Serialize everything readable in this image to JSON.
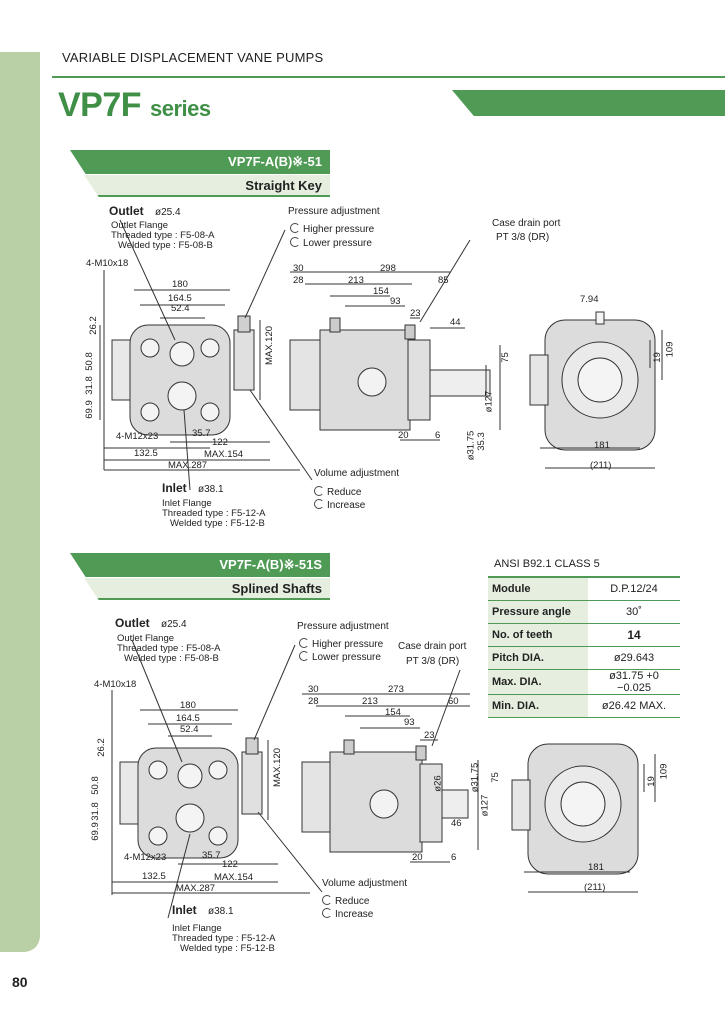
{
  "header": {
    "category": "VARIABLE DISPLACEMENT VANE PUMPS",
    "series_main": "VP7F",
    "series_suffix": "series"
  },
  "page_number": "80",
  "section1": {
    "model": "VP7F-A(B)※-51",
    "variant": "Straight Key",
    "outlet": "Outlet",
    "outlet_dia": "ø25.4",
    "outlet_flange": "Outlet Flange",
    "outlet_threaded": "Threaded type : F5-08-A",
    "outlet_welded": "Welded type : F5-08-B",
    "pressure_adjustment": "Pressure adjustment",
    "higher_pressure": "Higher pressure",
    "lower_pressure": "Lower pressure",
    "case_drain": "Case drain port",
    "case_drain_spec": "PT 3/8 (DR)",
    "volume_adjustment": "Volume adjustment",
    "reduce": "Reduce",
    "increase": "Increase",
    "inlet": "Inlet",
    "inlet_dia": "ø38.1",
    "inlet_flange": "Inlet Flange",
    "inlet_threaded": "Threaded type : F5-12-A",
    "inlet_welded": "Welded type : F5-12-B",
    "dims": {
      "m10": "4-M10x18",
      "d180": "180",
      "d164": "164.5",
      "d52": "52.4",
      "d26": "26.2",
      "d50": "50.8",
      "d31": "31.8",
      "d69": "69.9",
      "m12": "4-M12x23",
      "d35": "35.7",
      "d122": "122",
      "d132": "132.5",
      "max154": "MAX.154",
      "max287": "MAX.287",
      "max120": "MAX.120",
      "d30": "30",
      "d298": "298",
      "d28": "28",
      "d213": "213",
      "d85": "85",
      "d154": "154",
      "d93": "93",
      "d23": "23",
      "d44": "44",
      "d75": "75",
      "d127": "ø127",
      "d31_75": "ø31.75",
      "d35_3": "35.3",
      "d20": "20",
      "d6": "6",
      "d7_94": "7.94",
      "d19": "19",
      "d109": "109",
      "d181": "181",
      "d211": "(211)"
    }
  },
  "section2": {
    "model": "VP7F-A(B)※-51S",
    "variant": "Splined Shafts",
    "outlet": "Outlet",
    "outlet_dia": "ø25.4",
    "outlet_flange": "Outlet Flange",
    "outlet_threaded": "Threaded type : F5-08-A",
    "outlet_welded": "Welded type : F5-08-B",
    "pressure_adjustment": "Pressure adjustment",
    "higher_pressure": "Higher pressure",
    "lower_pressure": "Lower pressure",
    "case_drain": "Case drain port",
    "case_drain_spec": "PT 3/8 (DR)",
    "volume_adjustment": "Volume adjustment",
    "reduce": "Reduce",
    "increase": "Increase",
    "inlet": "Inlet",
    "inlet_dia": "ø38.1",
    "inlet_flange": "Inlet Flange",
    "inlet_threaded": "Threaded type : F5-12-A",
    "inlet_welded": "Welded type : F5-12-B",
    "dims": {
      "m10": "4-M10x18",
      "d180": "180",
      "d164": "164.5",
      "d52": "52.4",
      "d26": "26.2",
      "d50": "50.8",
      "d31": "31.8",
      "d69": "69.9",
      "m12": "4-M12x23",
      "d35": "35.7",
      "d122": "122",
      "d132": "132.5",
      "max154": "MAX.154",
      "max287": "MAX.287",
      "max120": "MAX.120",
      "d30": "30",
      "d273": "273",
      "d28": "28",
      "d213": "213",
      "d60": "60",
      "d154": "154",
      "d93": "93",
      "d23": "23",
      "d26b": "ø26",
      "d31_75": "ø31.75",
      "d127": "ø127",
      "d75": "75",
      "d46": "46",
      "d20": "20",
      "d6": "6",
      "d19": "19",
      "d109": "109",
      "d181": "181",
      "d211": "(211)"
    }
  },
  "spline_table": {
    "caption": "ANSI B92.1 CLASS 5",
    "rows": [
      {
        "key": "Module",
        "value": "D.P.12/24"
      },
      {
        "key": "Pressure angle",
        "value": "30˚"
      },
      {
        "key": "No. of teeth",
        "value": "14"
      },
      {
        "key": "Pitch DIA.",
        "value": "ø29.643"
      },
      {
        "key": "Max. DIA.",
        "value": "ø31.75 +0 −0.025"
      },
      {
        "key": "Min. DIA.",
        "value": "ø26.42 MAX."
      }
    ]
  },
  "colors": {
    "green": "#4f9a55",
    "light_green": "#e6efdf",
    "sidebar": "#b9cfa6"
  }
}
